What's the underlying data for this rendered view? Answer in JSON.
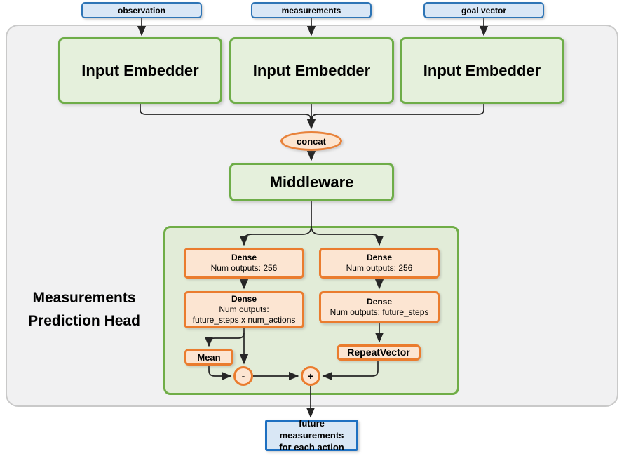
{
  "title": {
    "line1": "Measurements",
    "line2": "Prediction Head"
  },
  "inputs": [
    {
      "label": "observation"
    },
    {
      "label": "measurements"
    },
    {
      "label": "goal vector"
    }
  ],
  "embedders": [
    {
      "label": "Input Embedder"
    },
    {
      "label": "Input Embedder"
    },
    {
      "label": "Input Embedder"
    }
  ],
  "concat": {
    "label": "concat"
  },
  "middleware": {
    "label": "Middleware"
  },
  "dense": {
    "left1": {
      "title": "Dense",
      "line2": "Num outputs: 256"
    },
    "right1": {
      "title": "Dense",
      "line2": "Num outputs: 256"
    },
    "left2": {
      "title": "Dense",
      "line2": "Num outputs:",
      "line3": "future_steps x num_actions"
    },
    "right2": {
      "title": "Dense",
      "line2": "Num outputs: future_steps"
    }
  },
  "ops": {
    "mean": "Mean",
    "repeat_vector": "RepeatVector",
    "minus": "-",
    "plus": "+"
  },
  "output": {
    "line1": "future measurements",
    "line2": "for each action"
  },
  "colors": {
    "blue_border": "#2e75b6",
    "blue_fill": "#d9e7f6",
    "green_border": "#70ad47",
    "green_fill": "#e5f0dc",
    "green_container_fill": "#e2ecd8",
    "orange_border": "#ea7c2e",
    "orange_fill": "#fce5d2",
    "gray_fill": "#f1f1f2",
    "gray_border": "#c9c9c9",
    "wire": "#262626"
  }
}
